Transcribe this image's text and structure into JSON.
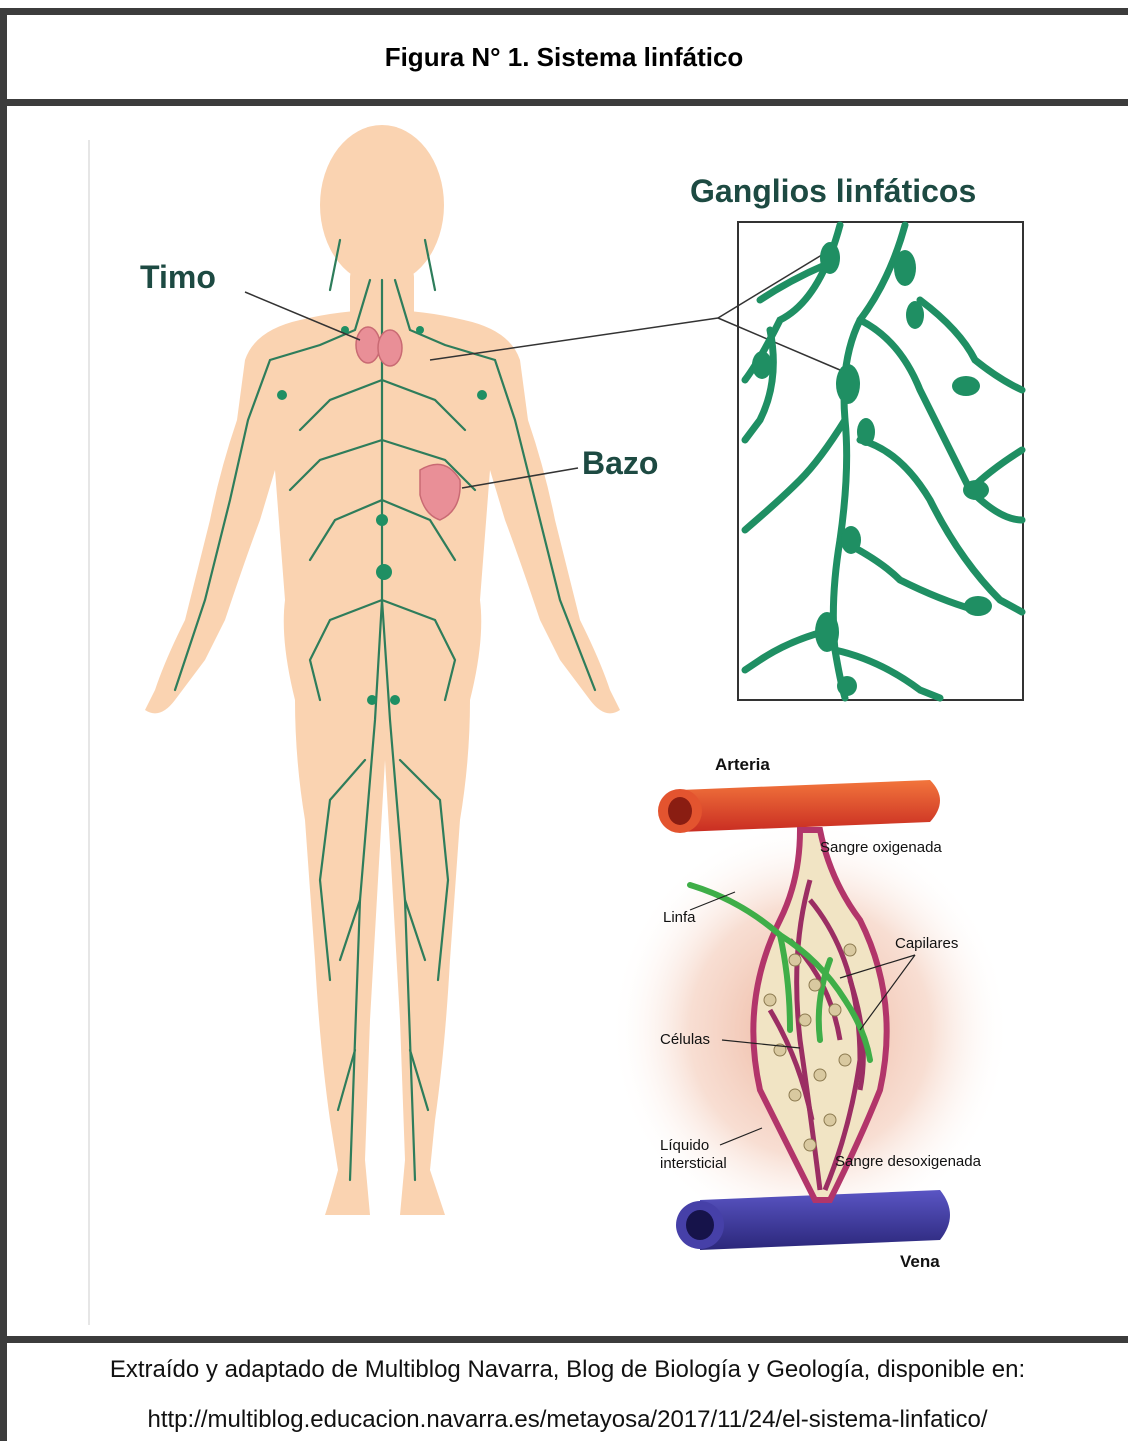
{
  "title": "Figura N° 1. Sistema linfático",
  "labels": {
    "timo": "Timo",
    "bazo": "Bazo",
    "ganglios": "Ganglios linfáticos",
    "arteria": "Arteria",
    "sangre_oxigenada": "Sangre oxigenada",
    "linfa": "Linfa",
    "capilares": "Capilares",
    "celulas": "Células",
    "liquido_1": "Líquido",
    "liquido_2": "intersticial",
    "sangre_desoxigenada": "Sangre desoxigenada",
    "vena": "Vena"
  },
  "caption": {
    "line1": "Extraído y adaptado de Multiblog Navarra, Blog de Biología y Geología, disponible en:",
    "line2": "http://multiblog.educacion.navarra.es/metayosa/2017/11/24/el-sistema-linfatico/"
  },
  "colors": {
    "skin": "#fad3b1",
    "lymph": "#2e7d5b",
    "node": "#1f8f63",
    "artery": "#d9412b",
    "vein": "#3a3596",
    "organ": "#e98f97",
    "label": "#1d4a42"
  }
}
